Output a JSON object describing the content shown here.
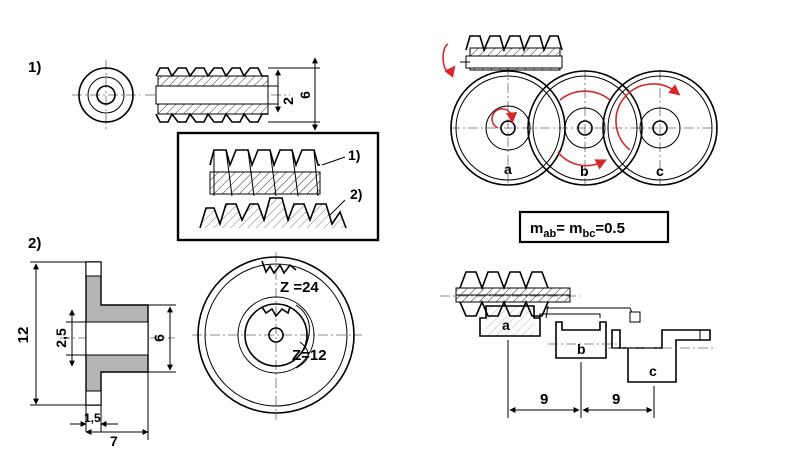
{
  "section_labels": {
    "part1": "1)",
    "part2": "2)"
  },
  "callouts": {
    "worm": "1)",
    "gear": "2)"
  },
  "dimensions": {
    "worm_inner": "2",
    "worm_outer": "6",
    "gear_height": "12",
    "gear_bore": "2,5",
    "gear_hub": "6",
    "gear_rim": "1,5",
    "gear_width": "7",
    "spacing_ab": "9",
    "spacing_bc": "9"
  },
  "gear_teeth": {
    "outer": "Z =24",
    "inner": "Z=12"
  },
  "wheel_labels": {
    "a": "a",
    "b": "b",
    "c": "c"
  },
  "ratio": {
    "m1": "m",
    "sub1": "ab",
    "eq1": "= ",
    "m2": "m",
    "sub2": "bc",
    "value": "=0.5"
  },
  "colors": {
    "accent_red": "#d42a2a",
    "hatch": "#000000",
    "fill_gray": "#b5b5b5"
  }
}
